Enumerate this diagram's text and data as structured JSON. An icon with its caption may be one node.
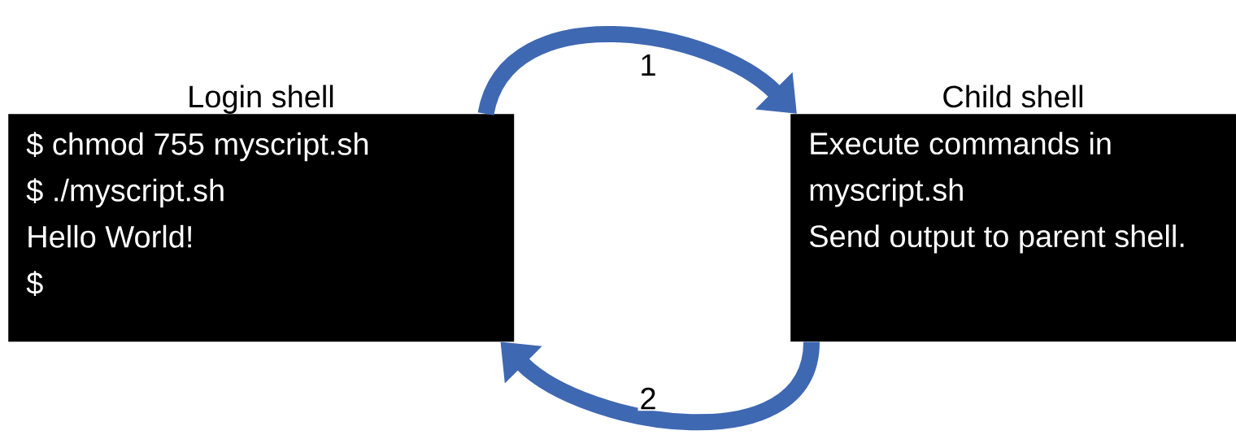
{
  "diagram": {
    "nodes": [
      {
        "text": [
          "Login shell",
          "$ chmod 755 myscript.sh",
          "$ ./myscript.sh",
          "Hello World!",
          "$"
        ]
      },
      {
        "text": [
          "Child shell",
          "Execute commands in myscript.sh",
          "Send output to parent shell."
        ]
      }
    ],
    "edges": [
      {
        "from": 0,
        "to": 1,
        "arrow": "to",
        "label": "1"
      },
      {
        "from": 1,
        "to": 0,
        "arrow": "to",
        "label": "2"
      }
    ]
  }
}
